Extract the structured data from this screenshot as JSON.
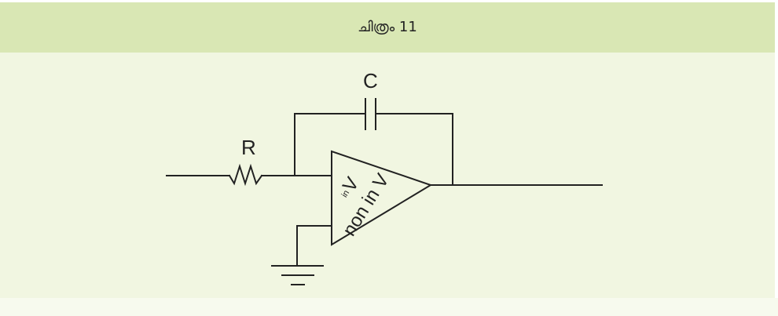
{
  "figure": {
    "caption": "ചിത്രം   11"
  },
  "circuit": {
    "resistor_label": "R",
    "capacitor_label": "C",
    "opamp_input_label_main": "V",
    "opamp_input_label_sub": "in",
    "opamp_noninv_label_main": "non in V",
    "colors": {
      "header_bg": "#d9e7b4",
      "panel_bg": "#f1f6e1",
      "wire": "#222222"
    }
  }
}
